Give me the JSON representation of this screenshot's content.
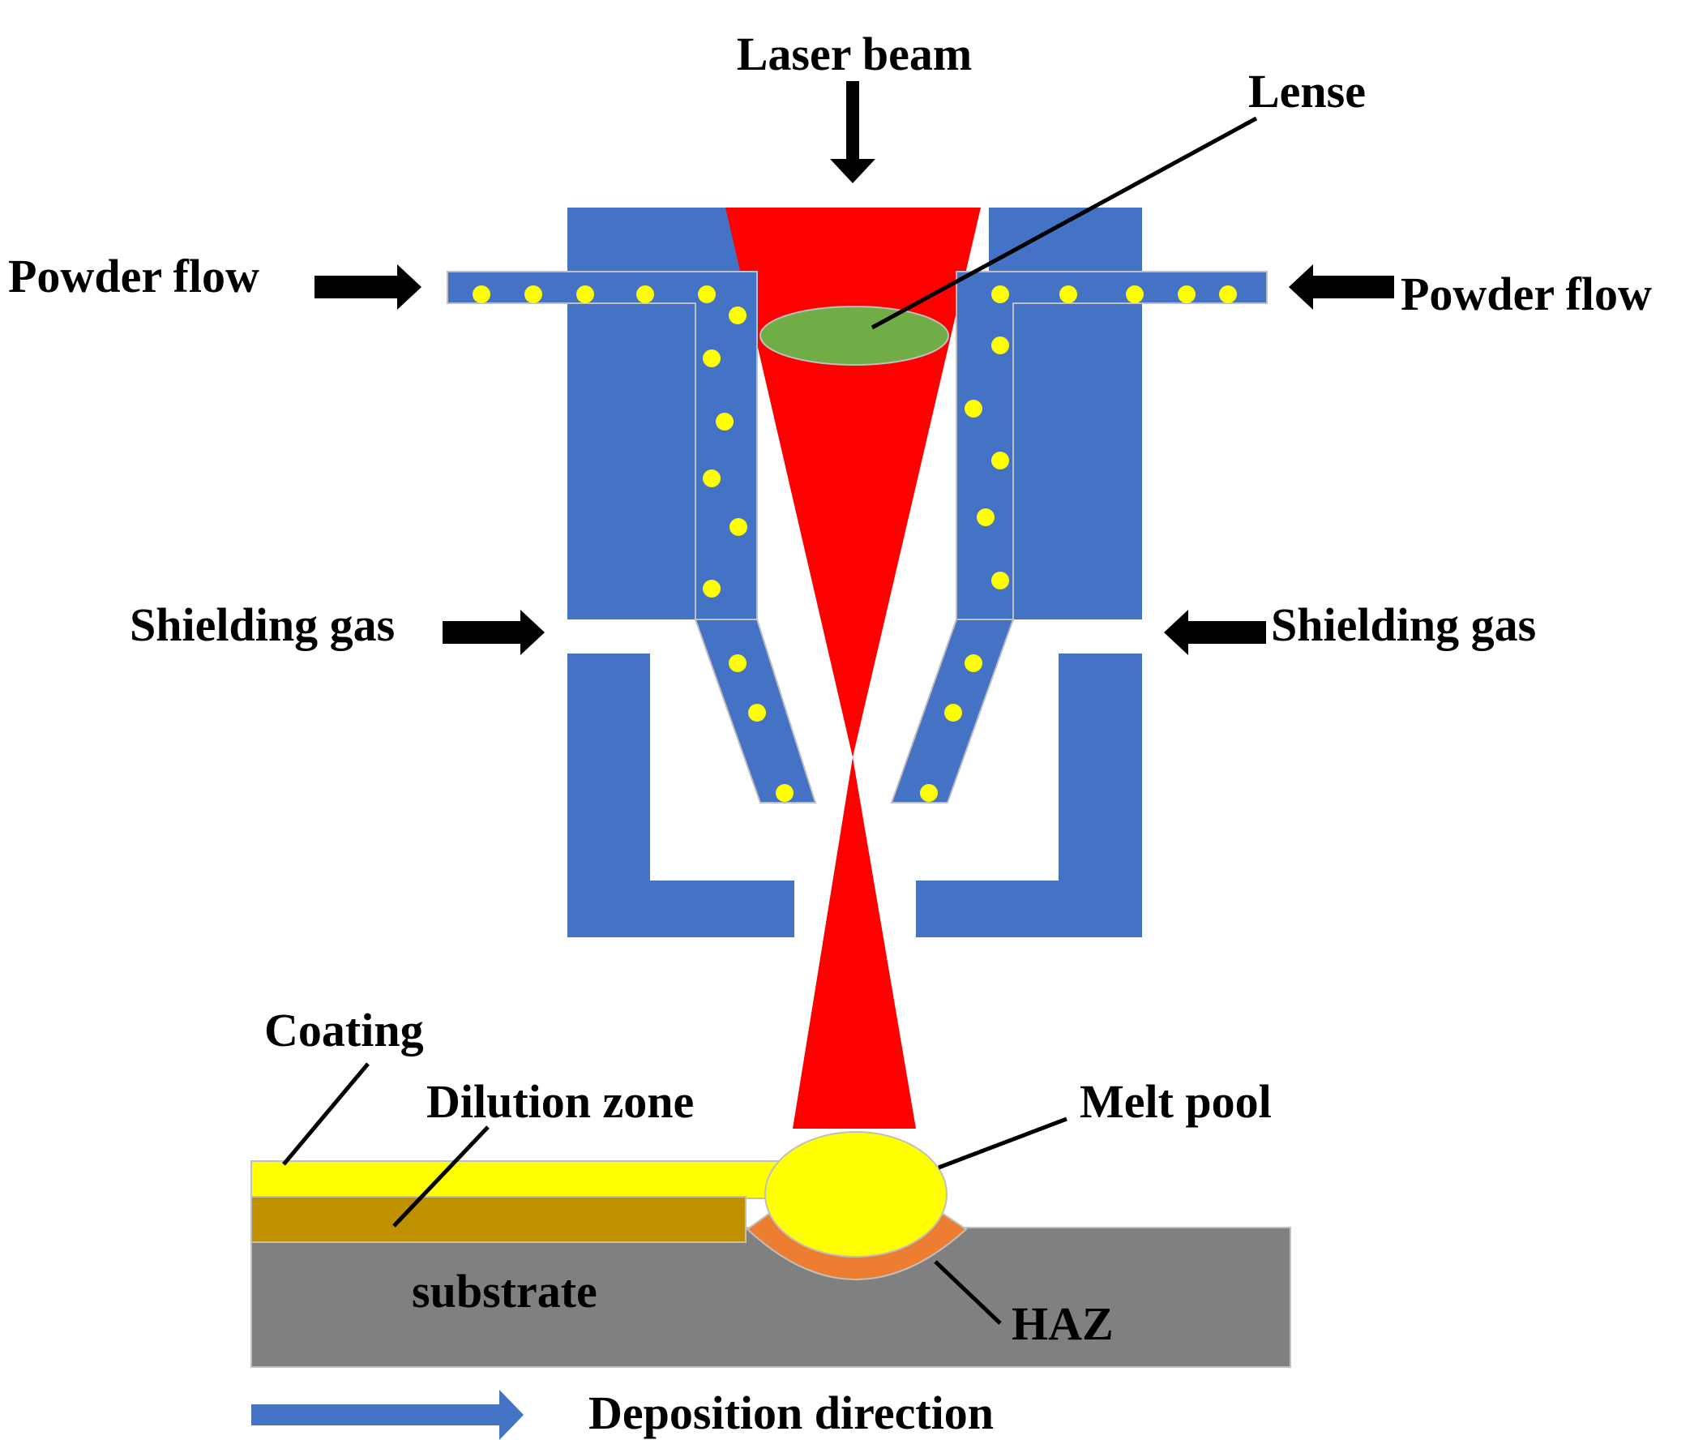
{
  "labels": {
    "laser_beam": "Laser beam",
    "lense": "Lense",
    "powder_flow_left": "Powder flow",
    "powder_flow_right": "Powder flow",
    "shielding_gas_left": "Shielding gas",
    "shielding_gas_right": "Shielding gas",
    "coating": "Coating",
    "dilution_zone": "Dilution zone",
    "melt_pool": "Melt pool",
    "substrate": "substrate",
    "haz": "HAZ",
    "deposition_direction": "Deposition direction"
  },
  "colors": {
    "nozzle": "#4472C4",
    "laser": "#FF0000",
    "lens": "#70AD47",
    "powder": "#FFFF00",
    "coating": "#FFFF00",
    "dilution": "#BF9000",
    "substrate": "#808080",
    "haz": "#ED7D31",
    "arrow": "#000000",
    "direction_arrow": "#4472C4"
  }
}
